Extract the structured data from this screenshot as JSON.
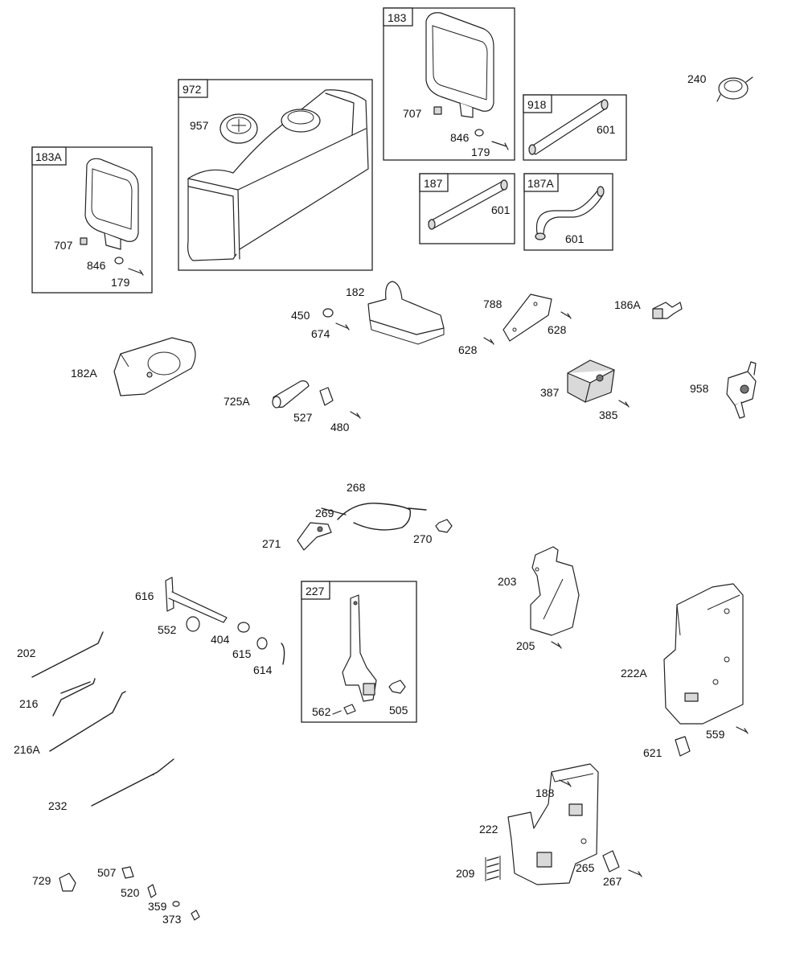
{
  "labels": {
    "l972": "972",
    "l957": "957",
    "l183A": "183A",
    "l707a": "707",
    "l846a": "846",
    "l179a": "179",
    "l183": "183",
    "l707b": "707",
    "l846b": "846",
    "l179b": "179",
    "l918": "918",
    "l601a": "601",
    "l187": "187",
    "l601b": "601",
    "l187A": "187A",
    "l601c": "601",
    "l240": "240",
    "l182": "182",
    "l450": "450",
    "l674": "674",
    "l788": "788",
    "l628a": "628",
    "l628b": "628",
    "l186A": "186A",
    "l182A": "182A",
    "l725A": "725A",
    "l527": "527",
    "l480": "480",
    "l387": "387",
    "l385": "385",
    "l958": "958",
    "l268": "268",
    "l269": "269",
    "l271": "271",
    "l270": "270",
    "l616": "616",
    "l552": "552",
    "l404": "404",
    "l615": "615",
    "l614": "614",
    "l227": "227",
    "l562": "562",
    "l505": "505",
    "l203": "203",
    "l205": "205",
    "l222A": "222A",
    "l559": "559",
    "l621": "621",
    "l202": "202",
    "l216": "216",
    "l216A": "216A",
    "l232": "232",
    "l188": "188",
    "l222": "222",
    "l209": "209",
    "l265": "265",
    "l267": "267",
    "l729": "729",
    "l507": "507",
    "l520": "520",
    "l359": "359",
    "l373": "373"
  },
  "icons": {
    "fuel_tank": "fuel-tank-icon",
    "fuel_cap": "fuel-cap-icon",
    "tank_strap": "tank-strap-icon",
    "fuel_line": "fuel-line-icon",
    "fuel_filter": "fuel-filter-icon",
    "fuel_pump": "fuel-pump-icon",
    "shutoff_valve": "shutoff-valve-icon",
    "bracket": "bracket-icon",
    "cable": "control-cable-icon",
    "spring": "spring-icon",
    "screw": "screw-icon",
    "washer": "washer-icon"
  }
}
